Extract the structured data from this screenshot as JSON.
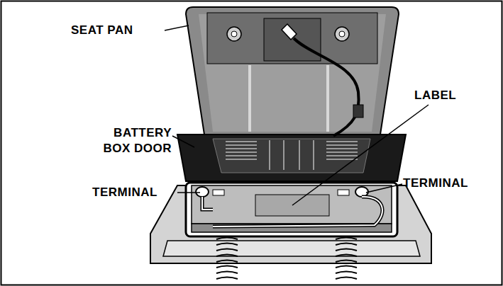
{
  "diagram": {
    "labels": [
      "SEAT PAN",
      "BATTERY BOX DOOR",
      "LABEL",
      "TERMINAL",
      "TERMINAL"
    ]
  }
}
